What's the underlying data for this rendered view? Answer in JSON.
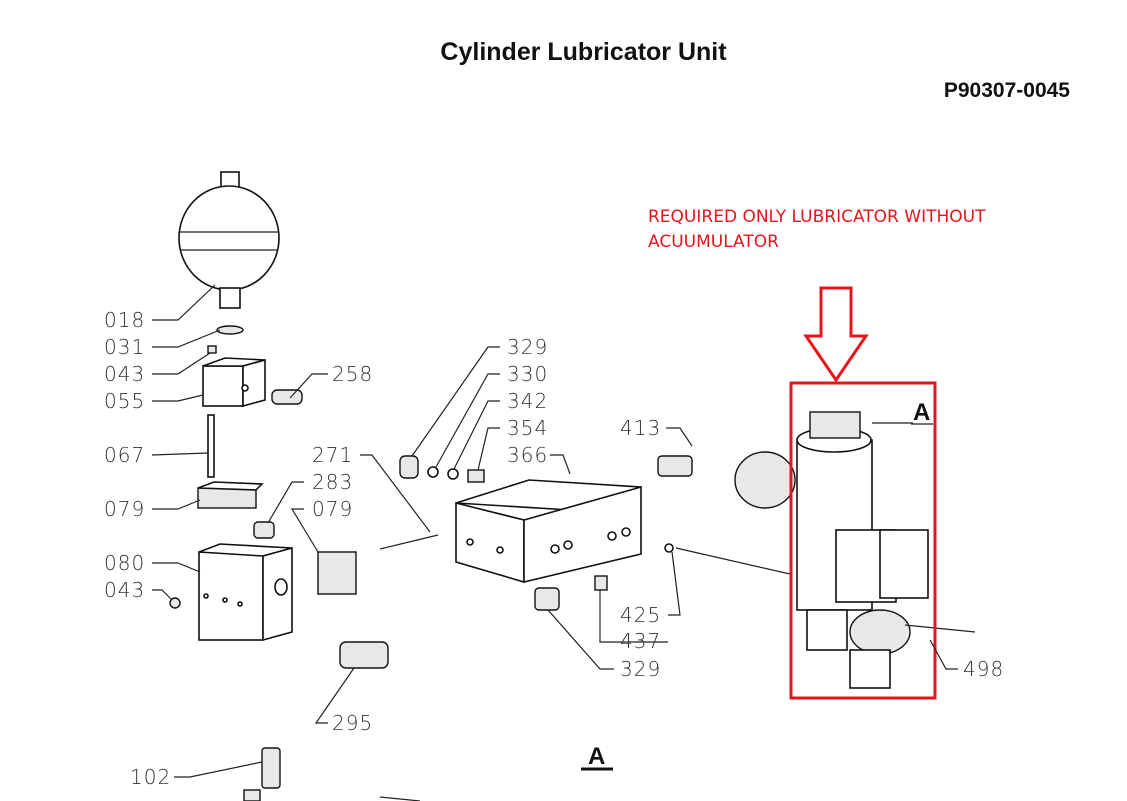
{
  "header": {
    "title": "Cylinder Lubricator Unit",
    "document_number": "P90307-0045"
  },
  "annotation": {
    "note": "REQUIRED ONLY LUBRICATOR WITHOUT ACUUMULATOR",
    "color": "#e8141c"
  },
  "section_marks": {
    "detail": "A",
    "view": "A"
  },
  "part_labels": [
    "018",
    "031",
    "043",
    "055",
    "067",
    "079",
    "080",
    "043",
    "258",
    "283",
    "079",
    "271",
    "329",
    "330",
    "342",
    "354",
    "366",
    "413",
    "425",
    "437",
    "329",
    "498",
    "295",
    "102"
  ]
}
